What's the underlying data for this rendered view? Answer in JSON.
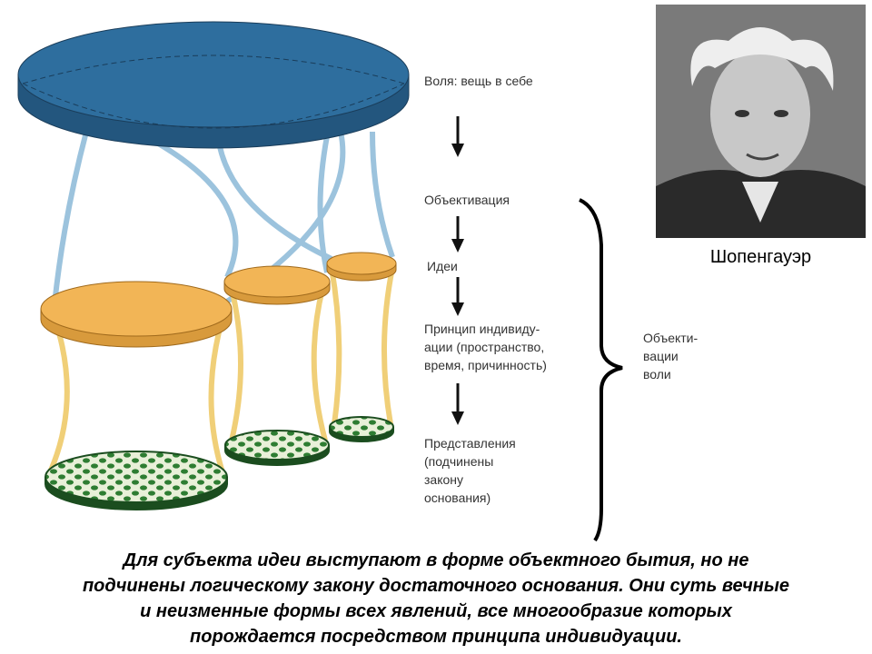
{
  "diagram": {
    "labels": {
      "will": "Воля: вещь в себе",
      "objectification": "Объективация",
      "ideas": "Идеи",
      "principle": "Принцип индивиду-\nации (пространство,\nвремя, причинность)",
      "representations": "Представления\n(подчинены\nзакону\nоснования)",
      "brace_label": "Объекти-\nвации\nволи"
    },
    "colors": {
      "will_disc": "#2e6e9e",
      "ideas_disc": "#f2b556",
      "repr_disc": "#2e7d32"
    }
  },
  "portrait": {
    "caption": "Шопенгауэр"
  },
  "text": {
    "line1": "Для субъекта идеи выступают в форме объектного бытия, но не",
    "line2": "подчинены логическому закону достаточного основания. Они суть вечные",
    "line3": "и неизменные формы всех явлений, все многообразие которых",
    "line4": "порождается посредством принципа индивидуации."
  }
}
